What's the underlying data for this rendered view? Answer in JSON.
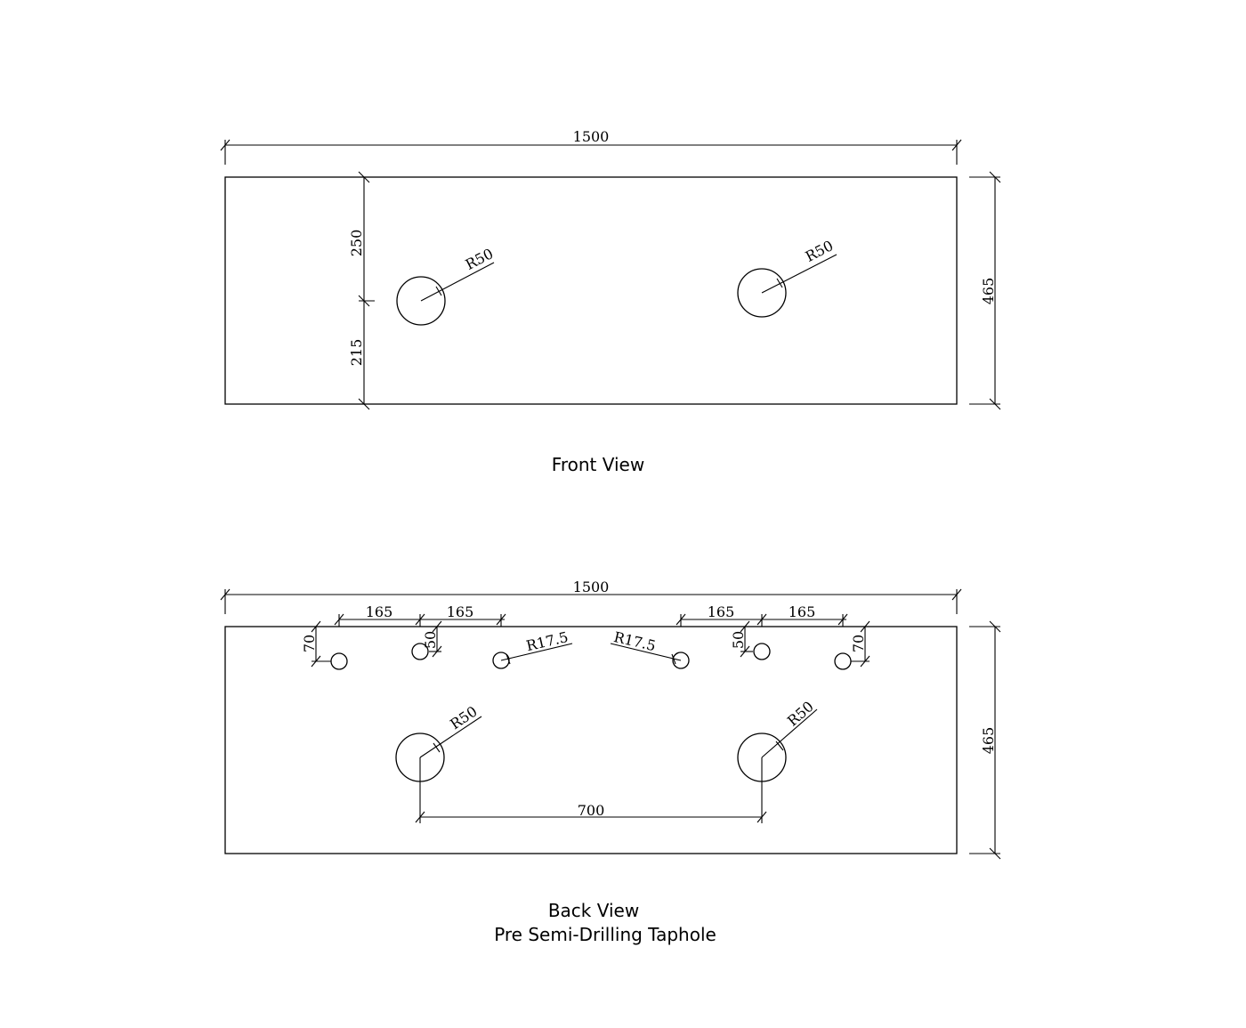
{
  "front_view": {
    "caption": "Front View",
    "width_dim": "1500",
    "height_dim": "465",
    "offset_top_dim": "250",
    "offset_bottom_dim": "215",
    "left_hole_radius": "R50",
    "right_hole_radius": "R50"
  },
  "back_view": {
    "caption": "Back View",
    "subcaption": "Pre Semi-Drilling Taphole",
    "width_dim": "1500",
    "height_dim": "465",
    "left_spacing_1": "165",
    "left_spacing_2": "165",
    "right_spacing_1": "165",
    "right_spacing_2": "165",
    "left_outer_offset": "70",
    "left_inner_offset": "50",
    "right_inner_offset": "50",
    "right_outer_offset": "70",
    "left_taphole_radius": "R17.5",
    "right_taphole_radius": "R17.5",
    "left_hole_radius": "R50",
    "right_hole_radius": "R50",
    "hole_spacing": "700"
  }
}
